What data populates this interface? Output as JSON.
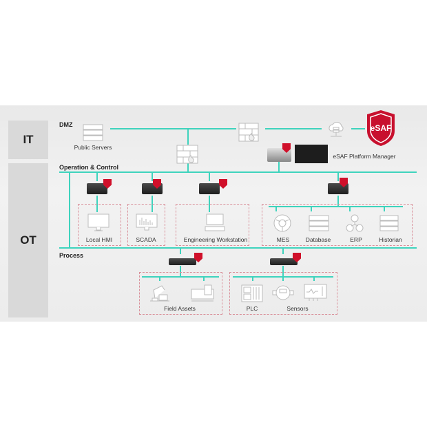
{
  "zones": {
    "it": "IT",
    "ot": "OT"
  },
  "sections": {
    "dmz": "DMZ",
    "operation": "Operation & Control",
    "process": "Process"
  },
  "dmz": {
    "public_servers": "Public Servers",
    "platform_manager": "eSAF Platform Manager",
    "logo": "eSAF"
  },
  "operation": {
    "local_hmi": "Local HMI",
    "scada": "SCADA",
    "engineering": "Engineering Workstation",
    "mes": "MES",
    "database": "Database",
    "erp": "ERP",
    "historian": "Historian"
  },
  "process": {
    "field_assets": "Field Assets",
    "plc": "PLC",
    "sensors": "Sensors"
  },
  "colors": {
    "link": "#3ed3bd",
    "shield": "#d0102a",
    "zone": "#d9d9d9"
  }
}
